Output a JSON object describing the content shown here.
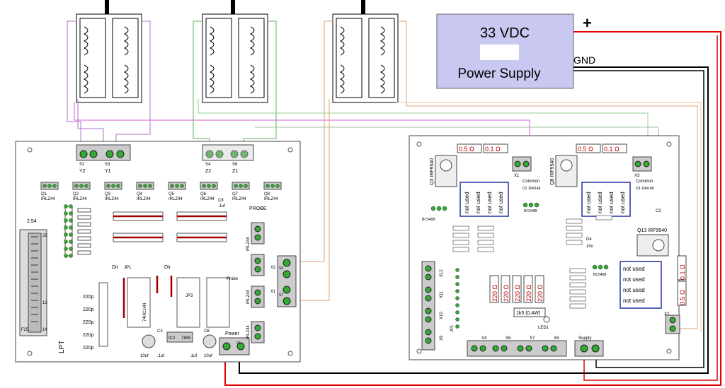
{
  "power_supply": {
    "voltage": "33 VDC",
    "label": "Power Supply",
    "plus": "+",
    "gnd": "GND"
  },
  "motor_board": {
    "connectors": {
      "y2": "Y2",
      "y1": "Y1",
      "z2": "Z2",
      "z1": "Z1",
      "x2": "X2",
      "x1": "X1"
    },
    "headers": {
      "s2": "S2",
      "s3": "S3",
      "s4": "S4",
      "s8": "S8",
      "s5": "S5",
      "s7": "S7",
      "s6": "S6"
    },
    "mosfets": [
      "Q1",
      "Q2",
      "Q3",
      "Q4",
      "Q5",
      "Q6",
      "Q7",
      "Q8"
    ],
    "mosfet_type": "IRLZ44",
    "probe": "PROBE",
    "probe2": "Probe",
    "lpt": "LPT",
    "power": "Power",
    "pitch": "2,54",
    "ic": "74HC14N",
    "ic2": "IC2",
    "reg": "7805",
    "dir": "Dir",
    "jp1": "JP1",
    "jp3": "JP3",
    "cap_vals": [
      "220p",
      "220p",
      "220p",
      "220p",
      "220p"
    ],
    "c8": "C8",
    "c8_val": ".1uf",
    "c3": "C3",
    "c6": "C6",
    "cap10": "10uf",
    "cap1": ".1uf",
    "pins": [
      "25",
      "13",
      "14",
      "F25"
    ],
    "irlz_side": [
      "IRLZ44",
      "IRLZ44",
      "IRLZ44"
    ],
    "s1": "S1"
  },
  "driver_board": {
    "res_top": [
      "0.5 Ω",
      "0.1 Ω",
      "0.5 Ω",
      "0.1 Ω"
    ],
    "res_right": [
      "0.1 Ω",
      "0.5 Ω"
    ],
    "not_used": "not used",
    "irf": [
      "Q3 IRF9540",
      "Q8 IRF9540",
      "Q13 IRF9540"
    ],
    "common": "Common",
    "x1": "X1",
    "x3": "X3",
    "x2": "X2",
    "d1": "D1 1N4148",
    "d3": "D3 1N4148",
    "bc": [
      "BC546B",
      "BC546B",
      "BC546B"
    ],
    "res220": [
      "220 Ω",
      "220 Ω",
      "220 Ω",
      "220 Ω",
      "220 Ω"
    ],
    "res1k5": "1k5 (0.4W)",
    "led": "LED1",
    "supply": "Supply",
    "x_conn": [
      "X4",
      "X6",
      "X7",
      "X8"
    ],
    "x_left": [
      "X12",
      "X11",
      "X10",
      "X9"
    ],
    "jp1": "JP1",
    "c2": "C2",
    "d4": "D4",
    "v10": "10v"
  }
}
